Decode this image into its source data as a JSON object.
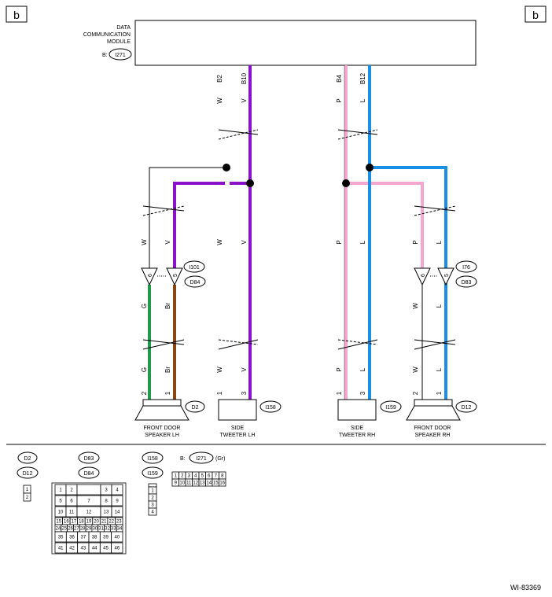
{
  "page_marker": "b",
  "module": {
    "title_line1": "DATA",
    "title_line2": "COMMUNICATION",
    "title_line3": "MODULE",
    "prefix": "B:",
    "connector": "I271"
  },
  "wires": {
    "b2_pin": "B2",
    "b10_pin": "B10",
    "b4_pin": "B4",
    "b12_pin": "B12",
    "W": "W",
    "V": "V",
    "P": "P",
    "L": "L",
    "G": "G",
    "Br": "Br"
  },
  "connectors": {
    "i101": "I101",
    "d84": "D84",
    "i76": "I76",
    "d83": "D83",
    "d2": "D2",
    "d12": "D12",
    "i158": "I158",
    "i159": "I159"
  },
  "pins": {
    "p1": "1",
    "p2": "2",
    "p3": "3",
    "p5": "5",
    "p6": "6"
  },
  "components": {
    "front_lh_1": "FRONT DOOR",
    "front_lh_2": "SPEAKER LH",
    "tweeter_lh_1": "SIDE",
    "tweeter_lh_2": "TWEETER LH",
    "tweeter_rh_1": "SIDE",
    "tweeter_rh_2": "TWEETER RH",
    "front_rh_1": "FRONT DOOR",
    "front_rh_2": "SPEAKER RH"
  },
  "legend": {
    "d2": "D2",
    "d12": "D12",
    "d83": "D83",
    "d84": "D84",
    "i158": "I158",
    "i159": "I159",
    "b_prefix": "B:",
    "i271": "I271",
    "gr": "(Gr)",
    "small_pins": [
      "1",
      "2"
    ],
    "tweet_pins": [
      "1",
      "2",
      "3",
      "4"
    ],
    "i271_row1": [
      "1",
      "2",
      "3",
      "4",
      "5",
      "6",
      "7",
      "8"
    ],
    "i271_row2": [
      "9",
      "10",
      "11",
      "12",
      "13",
      "14",
      "15",
      "16"
    ],
    "big_r1": [
      "1",
      "2",
      "3",
      "4"
    ],
    "big_r2": [
      "5",
      "6",
      "7",
      "8",
      "9"
    ],
    "big_r3": [
      "10",
      "11",
      "12",
      "13",
      "14"
    ],
    "big_r4": [
      "15",
      "16",
      "17",
      "18",
      "19",
      "20",
      "21",
      "22",
      "23"
    ],
    "big_r5": [
      "24",
      "25",
      "26",
      "27",
      "28",
      "29",
      "30",
      "31",
      "32",
      "33",
      "34"
    ],
    "big_r6": [
      "35",
      "36",
      "37",
      "38",
      "39",
      "40"
    ],
    "big_r7": [
      "41",
      "42",
      "43",
      "44",
      "45",
      "46"
    ]
  },
  "figure_id": "WI-83369",
  "colors": {
    "violet": "#8a12c8",
    "pink": "#f5a7d2",
    "blue": "#1a8fe6",
    "green": "#1f9a4a",
    "brown": "#8b4513",
    "black": "#000000"
  }
}
